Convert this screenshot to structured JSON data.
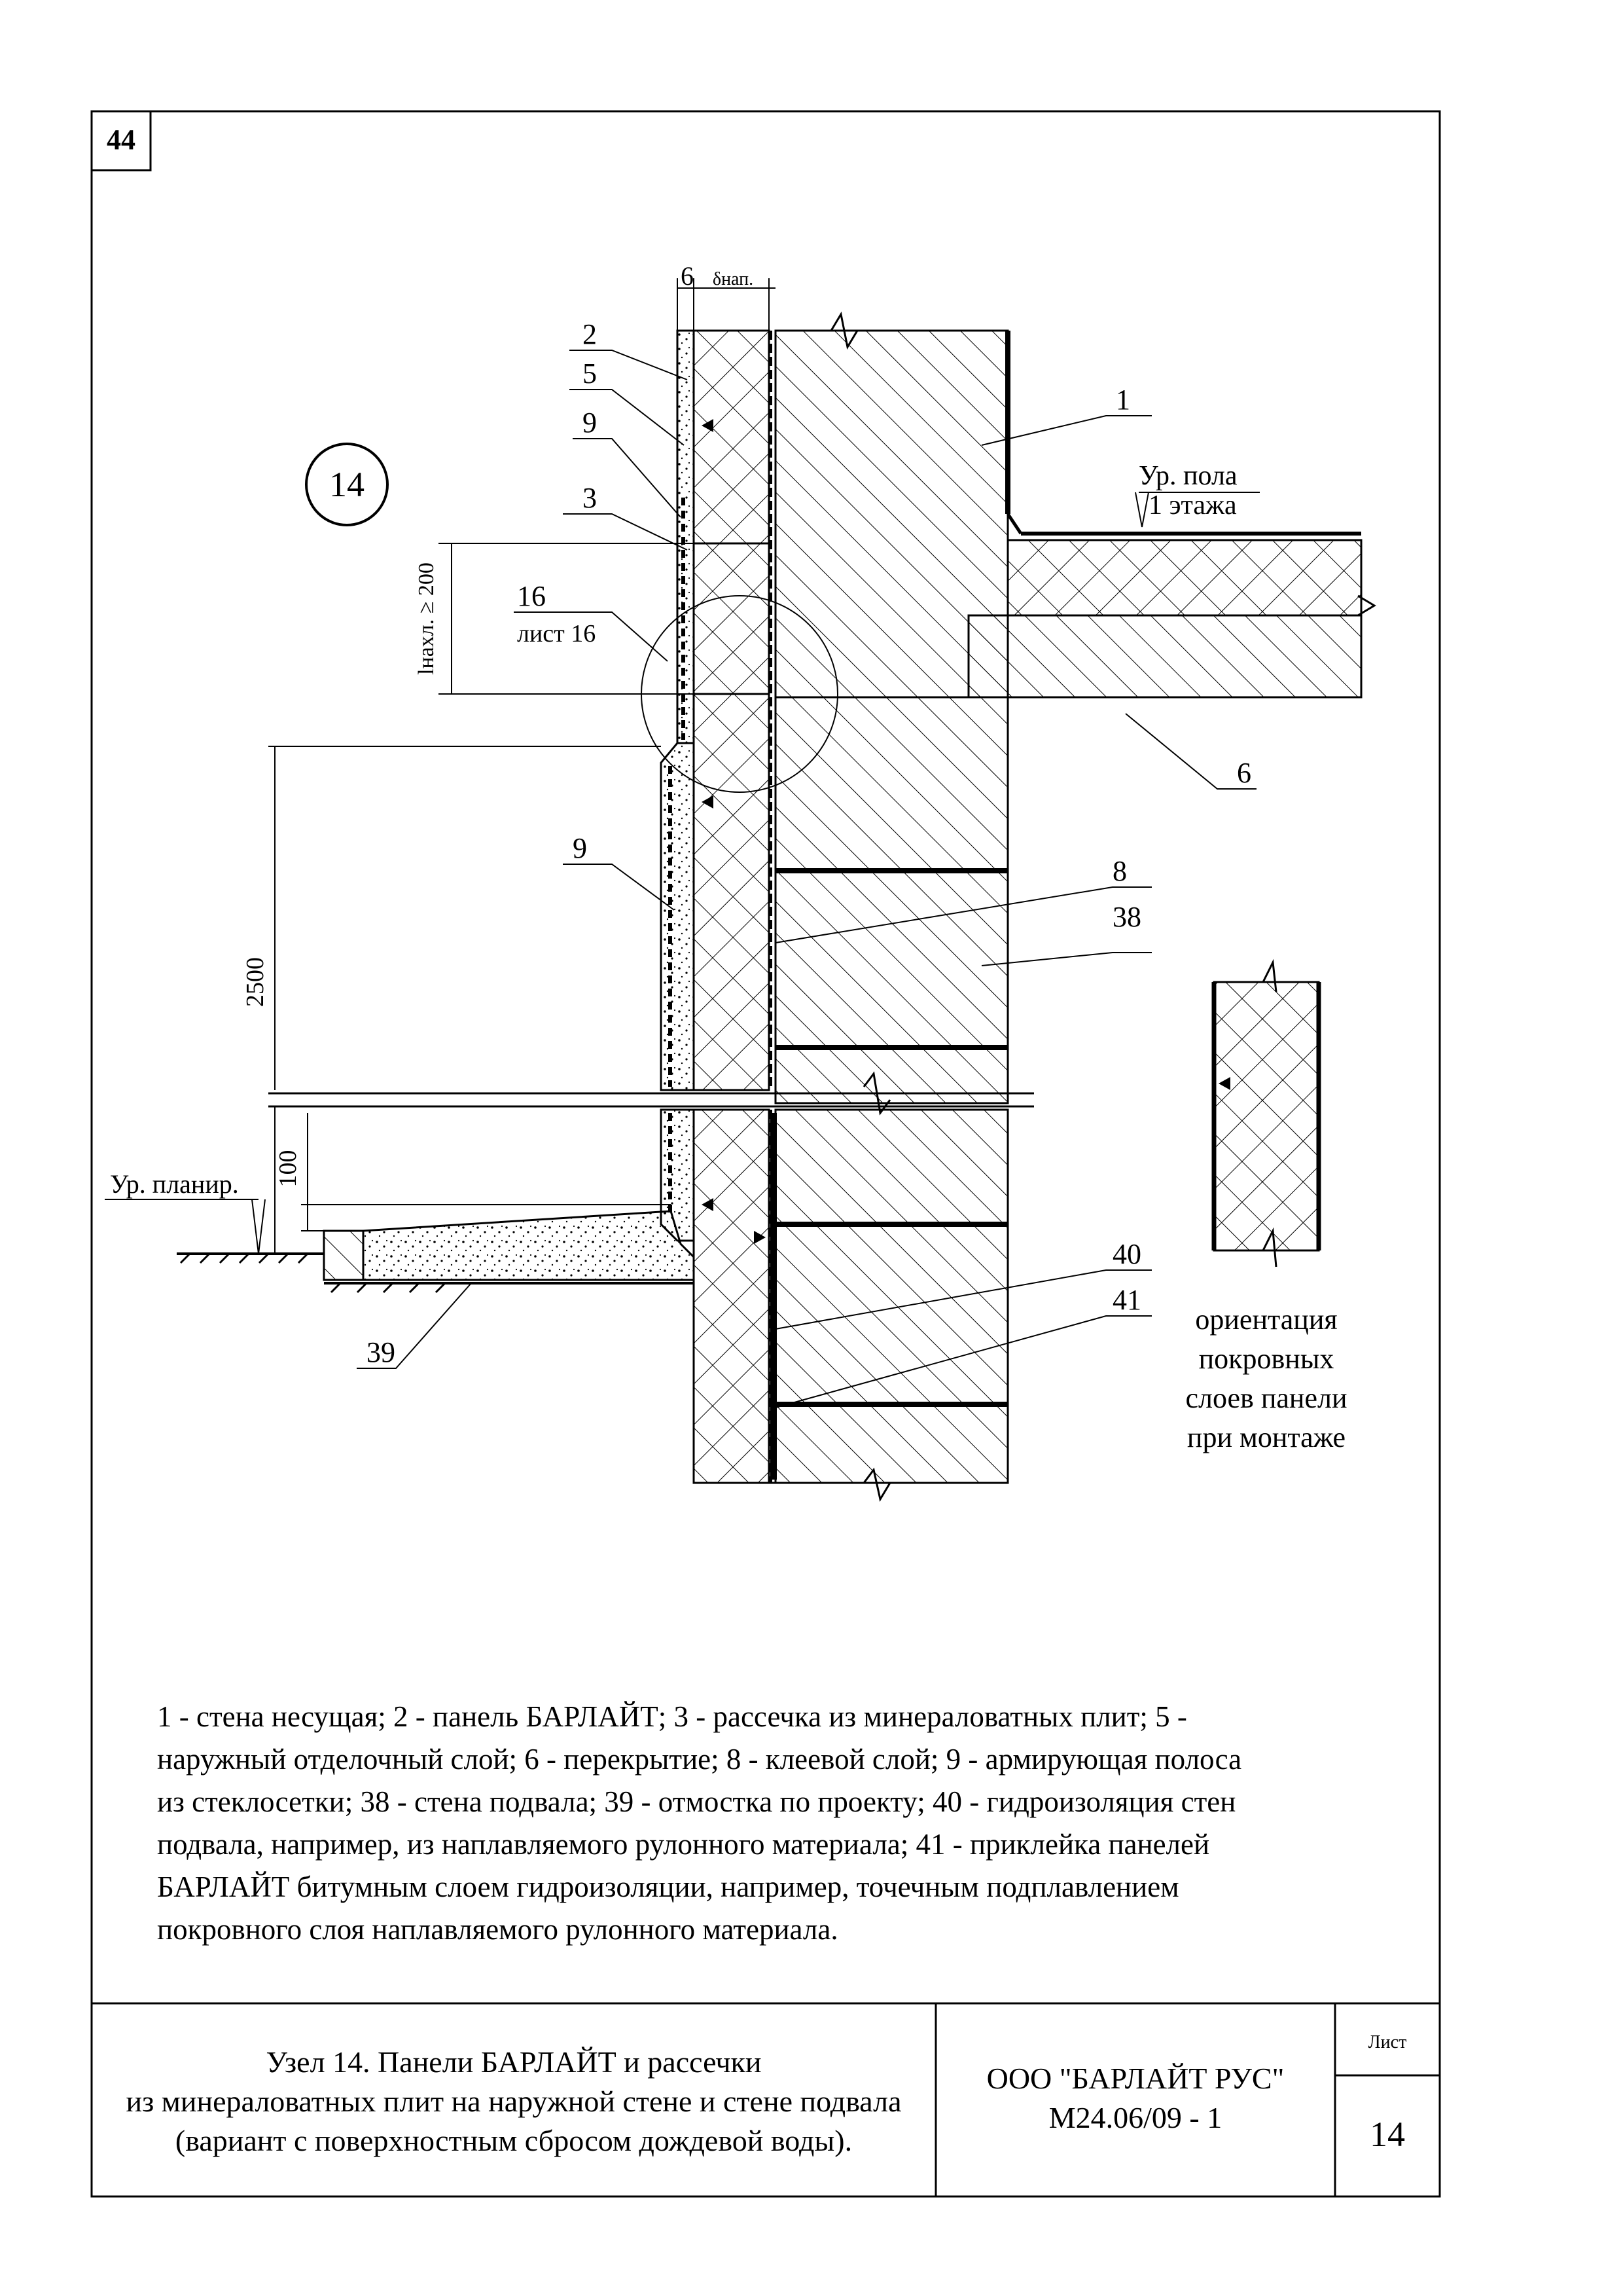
{
  "page_number": "44",
  "node_marker": "14",
  "callouts": {
    "c1": "1",
    "c2": "2",
    "c5": "5",
    "c9_top": "9",
    "c3": "3",
    "c16": "16",
    "c16_sheet": "лист 16",
    "c9_mid": "9",
    "c6": "6",
    "c8": "8",
    "c38": "38",
    "c39": "39",
    "c40": "40",
    "c41": "41"
  },
  "levels": {
    "floor": "Ур. пола",
    "floor_sub": "1 этажа",
    "grade": "Ур. планир."
  },
  "dimensions": {
    "top_6": "6",
    "top_delta": "δнап.",
    "overlap": "lнахл. ≥ 200",
    "height_2500": "2500",
    "height_100": "100"
  },
  "orientation_note": [
    "ориентация",
    "покровных",
    "слоев панели",
    "при монтаже"
  ],
  "legend": {
    "l1": "1 - стена несущая; 2 - панель БАРЛАЙТ; 3 - рассечка из минераловатных плит; 5 -",
    "l2": "наружный отделочный слой; 6 - перекрытие; 8 - клеевой слой;  9 - армирующая полоса",
    "l3": "из стеклосетки; 38 - стена подвала; 39 - отмостка по проекту; 40 - гидроизоляция стен",
    "l4": "подвала, например, из наплавляемого рулонного материала; 41 - приклейка панелей",
    "l5": "БАРЛАЙТ битумным слоем гидроизоляции, например, точечным подплавлением",
    "l6": "покровного слоя наплавляемого рулонного материала."
  },
  "title_block": {
    "title1": "Узел 14. Панели БАРЛАЙТ и рассечки",
    "title2": "из минераловатных плит на наружной стене и стене подвала",
    "title3": "(вариант с поверхностным сбросом дождевой воды).",
    "company": "ООО \"БАРЛАЙТ РУС\"",
    "code": "М24.06/09 - 1",
    "sheet_label": "Лист",
    "sheet_number": "14"
  }
}
